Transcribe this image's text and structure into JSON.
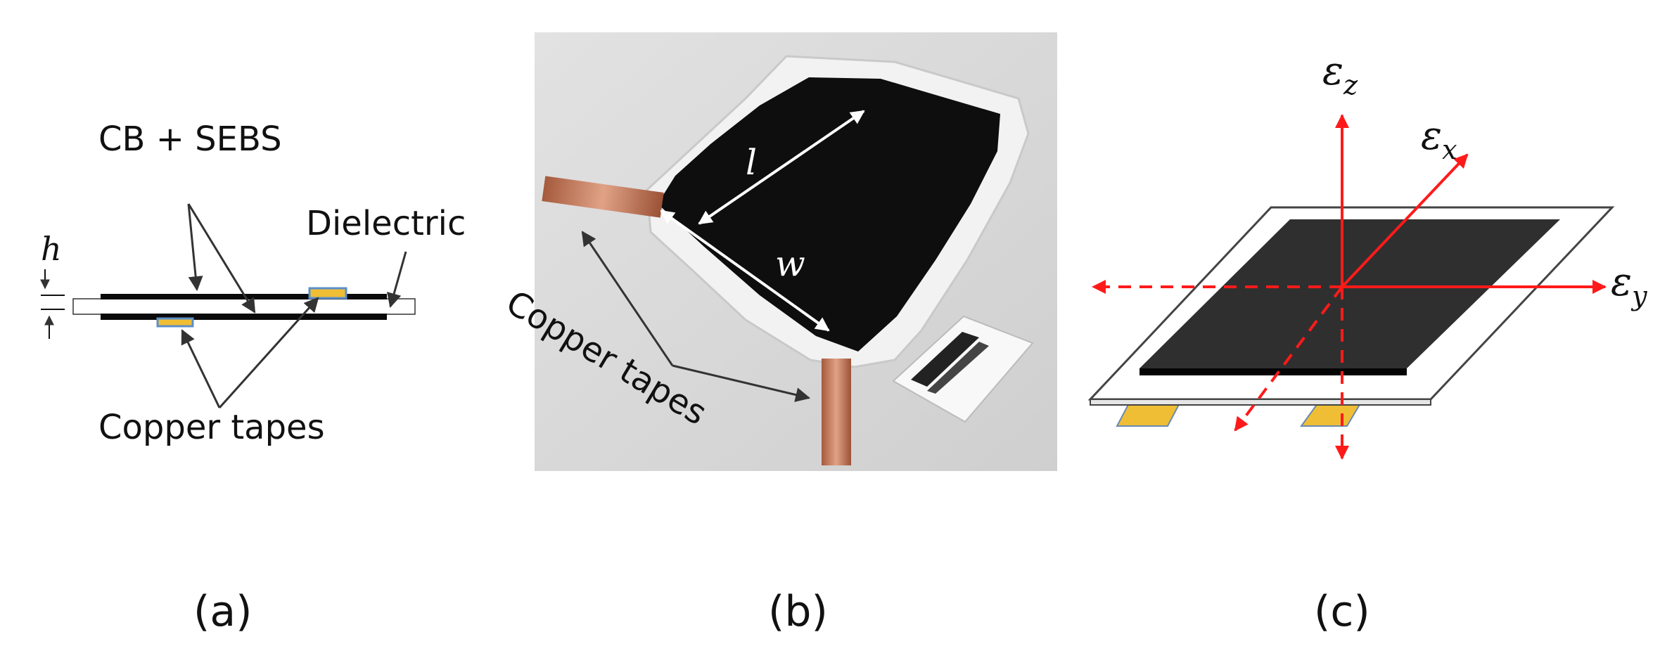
{
  "panel_a": {
    "label_cb_sebs": "CB + SEBS",
    "label_dielectric": "Dielectric",
    "label_h": "h",
    "label_copper_tapes": "Copper tapes",
    "caption": "(a)"
  },
  "panel_b": {
    "label_l": "l",
    "label_w": "w",
    "label_copper_tapes": "Copper tapes",
    "caption": "(b)"
  },
  "panel_c": {
    "label_ez_base": "ε",
    "label_ez_sub": "z",
    "label_ex_base": "ε",
    "label_ex_sub": "x",
    "label_ey_base": "ε",
    "label_ey_sub": "y",
    "caption": "(c)"
  },
  "colors": {
    "electrode": "#0a0a0a",
    "copper_tape": "#f0be34",
    "copper_outline": "#5b8fc9",
    "axis_red": "#ff1a1a",
    "photo_background": "#dcdcdc",
    "copper_foil": "#c8785a"
  }
}
